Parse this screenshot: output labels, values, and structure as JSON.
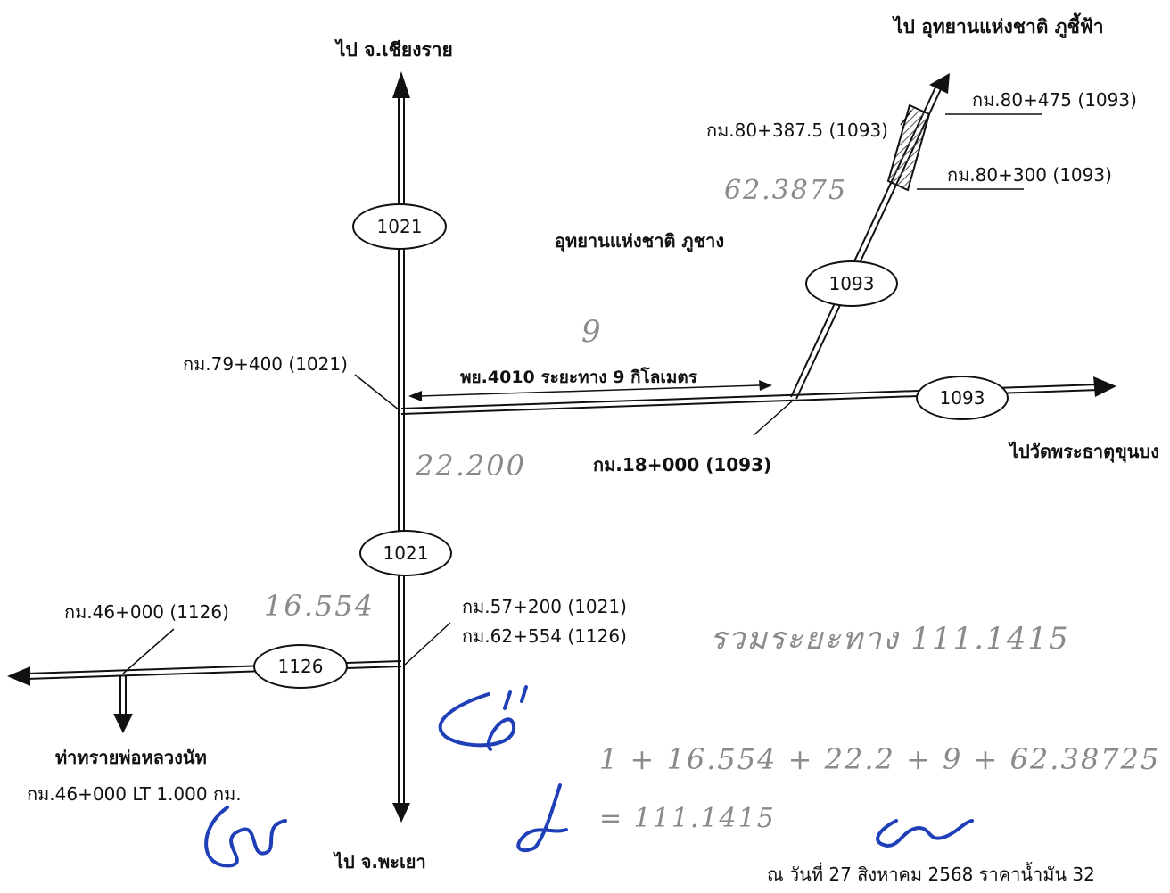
{
  "labels": {
    "north_dest": "ไป จ.เชียงราย",
    "northeast_dest": "ไป อุทยานแห่งชาติ ภูชี้ฟ้า",
    "park_name": "อุทยานแห่งชาติ ภูชาง",
    "km_80_475": "กม.80+475 (1093)",
    "km_80_387": "กม.80+387.5 (1093)",
    "km_80_300": "กม.80+300 (1093)",
    "km_79_400": "กม.79+400 (1021)",
    "road_4010": "พย.4010 ระยะทาง 9 กิโลเมตร",
    "km_18_000": "กม.18+000 (1093)",
    "east_dest": "ไปวัดพระธาตุขุนบง",
    "km_46_000": "กม.46+000 (1126)",
    "km_57_200": "กม.57+200 (1021)",
    "km_62_554": "กม.62+554 (1126)",
    "west_dest": "ท่าทรายพ่อหลวงนัท",
    "west_detail": "กม.46+000 LT 1.000 กม.",
    "south_dest": "ไป จ.พะเยา",
    "footer": "ณ วันที่ 27 สิงหาคม 2568 ราคาน้ำมัน 32"
  },
  "route_markers": {
    "r1021_north": "1021",
    "r1021_south": "1021",
    "r1093_diag": "1093",
    "r1093_east": "1093",
    "r1126": "1126"
  },
  "handwritten": {
    "seg_62": "62.3875",
    "seg_9": "9",
    "seg_22": "22.200",
    "seg_16": "16.554",
    "total_text": "รวมระยะทาง 111.1415",
    "formula": "1 + 16.554 + 22.2 + 9 + 62.38725",
    "result": "= 111.1415"
  },
  "colors": {
    "line": "#111111",
    "pencil": "#8a8a8a",
    "ink_blue": "#1f3fb8",
    "hatch": "#555555"
  }
}
